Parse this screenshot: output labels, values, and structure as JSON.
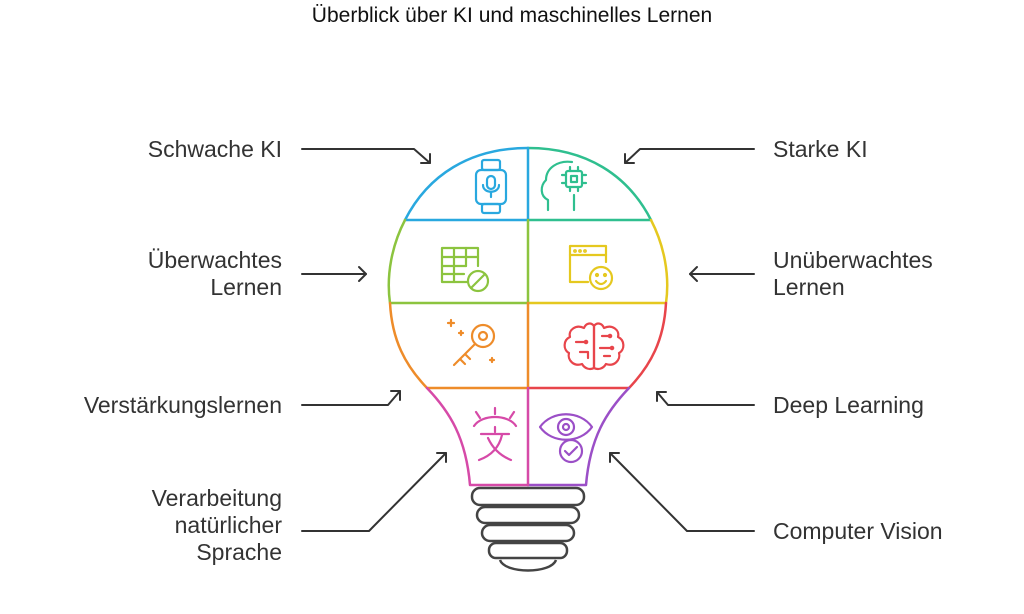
{
  "title": "Überblick über KI und maschinelles Lernen",
  "labels": {
    "schwache_ki": [
      "Schwache KI"
    ],
    "starke_ki": [
      "Starke KI"
    ],
    "ueberwachtes": [
      "Überwachtes",
      "Lernen"
    ],
    "unueberwachtes": [
      "Unüberwachtes",
      "Lernen"
    ],
    "verstaerkung": [
      "Verstärkungslernen"
    ],
    "deep_learning": [
      "Deep Learning"
    ],
    "nlp": [
      "Verarbeitung",
      "natürlicher",
      "Sprache"
    ],
    "computer_vision": [
      "Computer Vision"
    ]
  },
  "icons": {
    "schwache_ki": "smartwatch-microphone-icon",
    "starke_ki": "head-chip-icon",
    "ueberwachtes": "table-forbidden-icon",
    "unueberwachtes": "browser-face-icon",
    "verstaerkung": "key-sparkle-icon",
    "deep_learning": "brain-circuit-icon",
    "nlp": "translate-character-icon",
    "computer_vision": "eye-check-icon"
  },
  "colors": {
    "blue": "#29a8df",
    "teal": "#2fbf8f",
    "green": "#8cc43f",
    "yellow": "#e5c81f",
    "orange": "#ee8c2a",
    "red": "#e8454b",
    "pink": "#d64aa8",
    "purple": "#9b4fc7",
    "arrow": "#333333"
  }
}
